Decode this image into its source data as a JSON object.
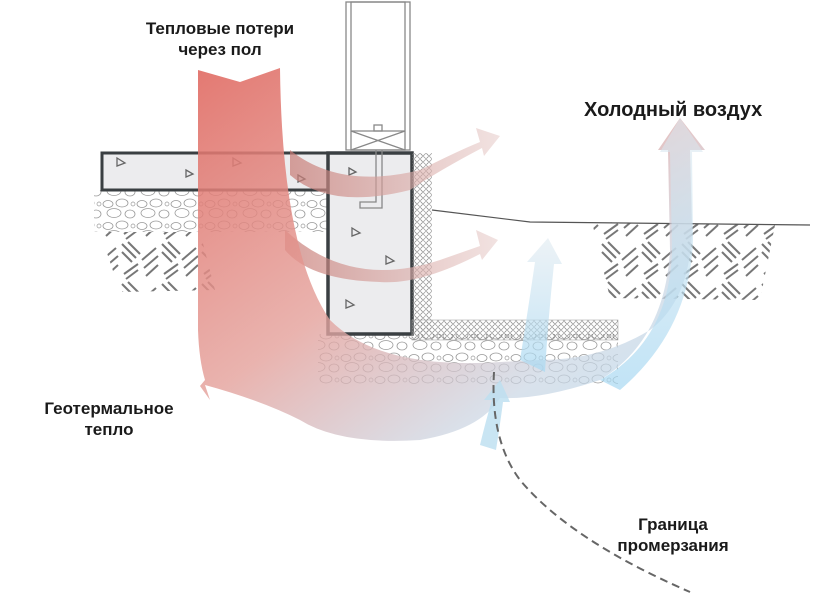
{
  "labels": {
    "floor_loss_line1": "Тепловые потери",
    "floor_loss_line2": "через пол",
    "cold_air": "Холодный воздух",
    "geothermal_line1": "Геотермальное",
    "geothermal_line2": "тепло",
    "frost_line1": "Граница",
    "frost_line2": "промерзания"
  },
  "colors": {
    "heat": "#e06a62",
    "cold": "#a8d8f0",
    "structure": "#3a3f42",
    "concrete": "#ececee",
    "line": "#8a8d90"
  }
}
